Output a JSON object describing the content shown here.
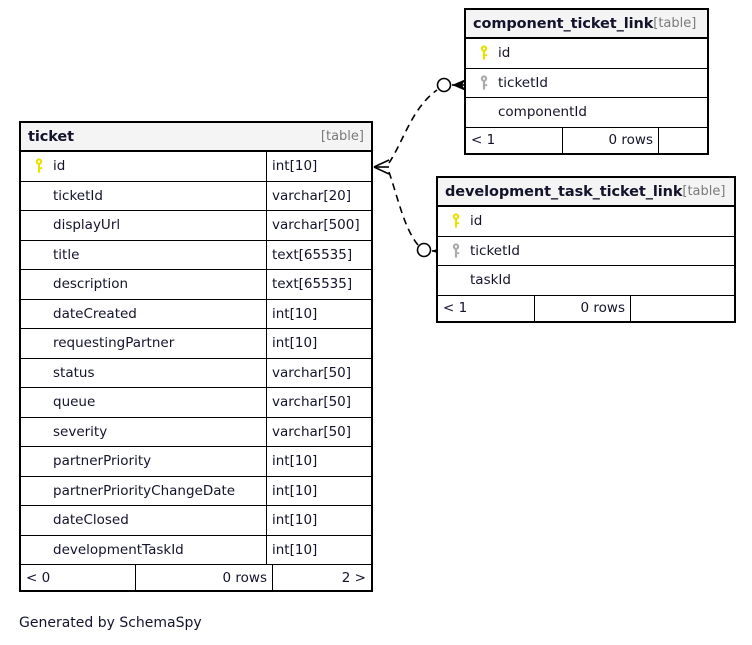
{
  "diagram": {
    "generator_caption": "Generated by SchemaSpy",
    "table_tag": "[table]",
    "rows_label": "0 rows"
  },
  "tables": {
    "ticket": {
      "name": "ticket",
      "tag": "[table]",
      "columns": [
        {
          "name": "id",
          "type": "int[10]",
          "key": "primary"
        },
        {
          "name": "ticketId",
          "type": "varchar[20]",
          "key": "none"
        },
        {
          "name": "displayUrl",
          "type": "varchar[500]",
          "key": "none"
        },
        {
          "name": "title",
          "type": "text[65535]",
          "key": "none"
        },
        {
          "name": "description",
          "type": "text[65535]",
          "key": "none"
        },
        {
          "name": "dateCreated",
          "type": "int[10]",
          "key": "none"
        },
        {
          "name": "requestingPartner",
          "type": "int[10]",
          "key": "none"
        },
        {
          "name": "status",
          "type": "varchar[50]",
          "key": "none"
        },
        {
          "name": "queue",
          "type": "varchar[50]",
          "key": "none"
        },
        {
          "name": "severity",
          "type": "varchar[50]",
          "key": "none"
        },
        {
          "name": "partnerPriority",
          "type": "int[10]",
          "key": "none"
        },
        {
          "name": "partnerPriorityChangeDate",
          "type": "int[10]",
          "key": "none"
        },
        {
          "name": "dateClosed",
          "type": "int[10]",
          "key": "none"
        },
        {
          "name": "developmentTaskId",
          "type": "int[10]",
          "key": "none"
        }
      ],
      "footer": {
        "left": "< 0",
        "middle": "0 rows",
        "right": "2 >"
      }
    },
    "component_ticket_link": {
      "name": "component_ticket_link",
      "tag": "[table]",
      "columns": [
        {
          "name": "id",
          "type": "",
          "key": "primary"
        },
        {
          "name": "ticketId",
          "type": "",
          "key": "foreign"
        },
        {
          "name": "componentId",
          "type": "",
          "key": "none"
        }
      ],
      "footer": {
        "left": "< 1",
        "middle": "0 rows",
        "right": ""
      }
    },
    "development_task_ticket_link": {
      "name": "development_task_ticket_link",
      "tag": "[table]",
      "columns": [
        {
          "name": "id",
          "type": "",
          "key": "primary"
        },
        {
          "name": "ticketId",
          "type": "",
          "key": "foreign"
        },
        {
          "name": "taskId",
          "type": "",
          "key": "none"
        }
      ],
      "footer": {
        "left": "< 1",
        "middle": "0 rows",
        "right": ""
      }
    }
  },
  "relationships": [
    {
      "from_table": "ticket",
      "from_column": "id",
      "to_table": "component_ticket_link",
      "to_column": "ticketId",
      "style": "dashed",
      "from_marker": "crows-foot",
      "to_marker": "zero-or-one-arrow"
    },
    {
      "from_table": "ticket",
      "from_column": "id",
      "to_table": "development_task_ticket_link",
      "to_column": "ticketId",
      "style": "dashed",
      "from_marker": "crows-foot",
      "to_marker": "zero-or-one-arrow"
    }
  ],
  "colors": {
    "primary_key": "#e8e000",
    "foreign_key": "#aaaaaa",
    "border": "#000000",
    "header_bg": "#f4f4f4",
    "text": "#13132b",
    "tag_text": "#7a7a7a",
    "background": "#ffffff"
  }
}
